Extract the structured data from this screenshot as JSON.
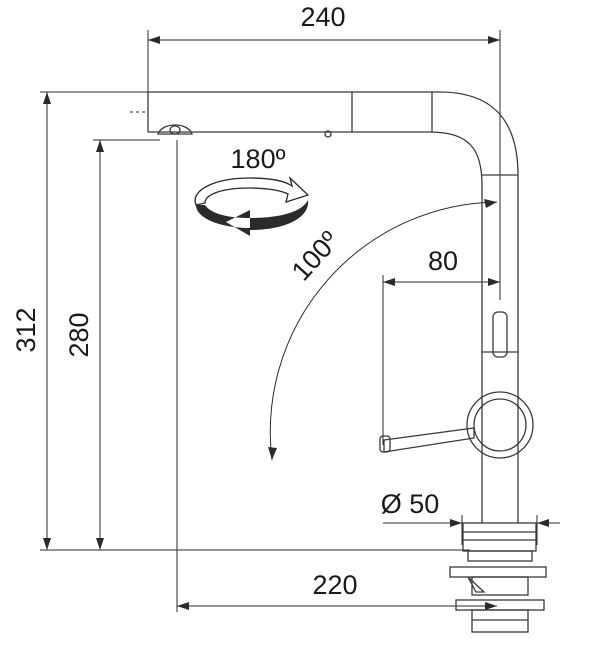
{
  "dimensions": {
    "width_total": "240",
    "height_total": "312",
    "height_spout": "280",
    "base_offset": "220",
    "lever_offset": "80",
    "base_diameter": "Ø 50",
    "swing_angle": "100º",
    "rotation_angle": "180º"
  },
  "colors": {
    "line": "#2a2a2a",
    "text": "#1a1a1a",
    "background": "#ffffff"
  },
  "icons": {
    "rotation": "rotation-arrow-icon"
  }
}
